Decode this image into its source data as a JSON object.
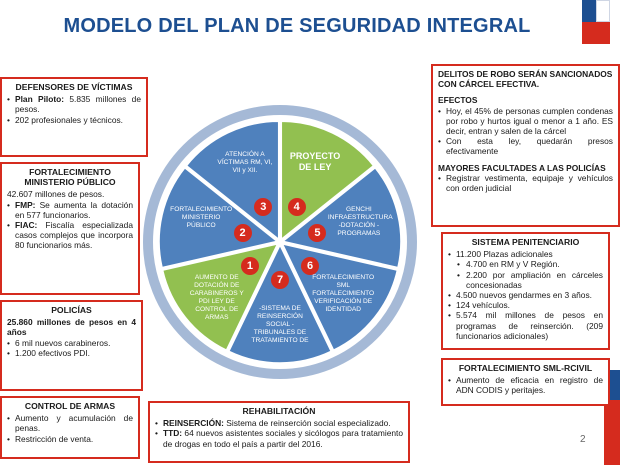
{
  "header": {
    "title": "MODELO DEL PLAN DE SEGURIDAD INTEGRAL",
    "page_number": "2"
  },
  "left": {
    "defensores": {
      "title": "DEFENSORES DE VÍCTIMAS",
      "items": [
        {
          "bold": "Plan Piloto:",
          "text": " 5.835 millones de pesos."
        },
        {
          "bold": "",
          "text": "202 profesionales y técnicos."
        }
      ]
    },
    "ministerio": {
      "title": "FORTALECIMIENTO MINISTERIO PÚBLICO",
      "lead": "42.607 millones de pesos.",
      "items": [
        {
          "bold": "FMP:",
          "text": " Se aumenta la dotación en 577 funcionarios."
        },
        {
          "bold": "FIAC:",
          "text": " Fiscalía especializada casos complejos que incorpora 80 funcionarios más."
        }
      ]
    },
    "policias": {
      "title": "POLICÍAS",
      "lead": "25.860 millones de pesos en 4 años",
      "items": [
        "6 mil nuevos carabineros.",
        "1.200 efectivos PDI."
      ]
    },
    "armas": {
      "title": "CONTROL DE ARMAS",
      "items": [
        "Aumento y acumulación de penas.",
        "Restricción de venta."
      ]
    }
  },
  "right": {
    "delitos": {
      "heading": "DELITOS DE ROBO SERÁN SANCIONADOS CON CÁRCEL EFECTIVA.",
      "efectos_title": "EFECTOS",
      "efectos_items": [
        "Hoy, el 45% de personas cumplen condenas por robo y hurtos igual o menor a 1 año. ES decir, entran y salen de la cárcel",
        "Con esta ley, quedarán presos efectivamente"
      ],
      "facultades_title": "MAYORES FACULTADES A LAS POLICÍAS",
      "facultades_items": [
        "Registrar vestimenta, equipaje y vehículos con orden judicial"
      ]
    },
    "penitenciario": {
      "title": "SISTEMA PENITENCIARIO",
      "items": [
        {
          "text": "11.200 Plazas adicionales",
          "sub": false
        },
        {
          "text": "4.700 en RM y V Región.",
          "sub": true
        },
        {
          "text": "2.200 por ampliación en cárceles concesionadas",
          "sub": true
        },
        {
          "text": "4.500 nuevos gendarmes en 3 años.",
          "sub": false
        },
        {
          "text": "124 vehículos.",
          "sub": false
        },
        {
          "text": "5.574 mil millones de pesos en programas de reinserción. (209 funcionarios adicionales)",
          "sub": false
        }
      ]
    },
    "sml": {
      "title": "FORTALECIMIENTO SML-RCIVIL",
      "items": [
        "Aumento de eficacia en registro de ADN CODIS y peritajes."
      ]
    }
  },
  "bottom": {
    "rehab": {
      "title": "REHABILITACIÓN",
      "items": [
        {
          "bold": "REINSERCIÓN:",
          "text": " Sistema de reinserción social especializado."
        },
        {
          "bold": "TTD:",
          "text": " 64 nuevos asistentes sociales y sicólogos para tratamiento de drogas en todo el país a partir del 2016."
        }
      ]
    }
  },
  "diagram": {
    "center_label": "",
    "segments": [
      {
        "number": "4",
        "label": "PROYECTO DE LEY",
        "color": "#92c050"
      },
      {
        "number": "5",
        "label": "GENCHI INFRAESTRUCTURA -DOTACIÓN -PROGRAMAS",
        "color": "#4f81bd"
      },
      {
        "number": "6",
        "label": "FORTALECIMIENTO SML FORTALECIMIENTO VERIFICACIÓN DE IDENTIDAD",
        "color": "#4f81bd"
      },
      {
        "number": "7",
        "label": "-SISTEMA DE REINSERCIÓN SOCIAL -TRIBUNALES DE TRATAMIENTO DE",
        "color": "#4f81bd"
      },
      {
        "number": "1",
        "label": "AUMENTO DE DOTACIÓN DE CARABINEROS Y PDI LEY DE CONTROL DE ARMAS",
        "color": "#92c050"
      },
      {
        "number": "2",
        "label": "FORTALECIMIENTO MINISTERIO PÚBLICO",
        "color": "#4f81bd"
      },
      {
        "number": "3",
        "label": "ATENCIÓN A VÍCTIMAS RM, VI, VII y XII.",
        "color": "#4f81bd"
      }
    ],
    "ring_color": "#5b7fb5",
    "accent_red": "#d52b1e",
    "brand_blue": "#1d4f91"
  }
}
